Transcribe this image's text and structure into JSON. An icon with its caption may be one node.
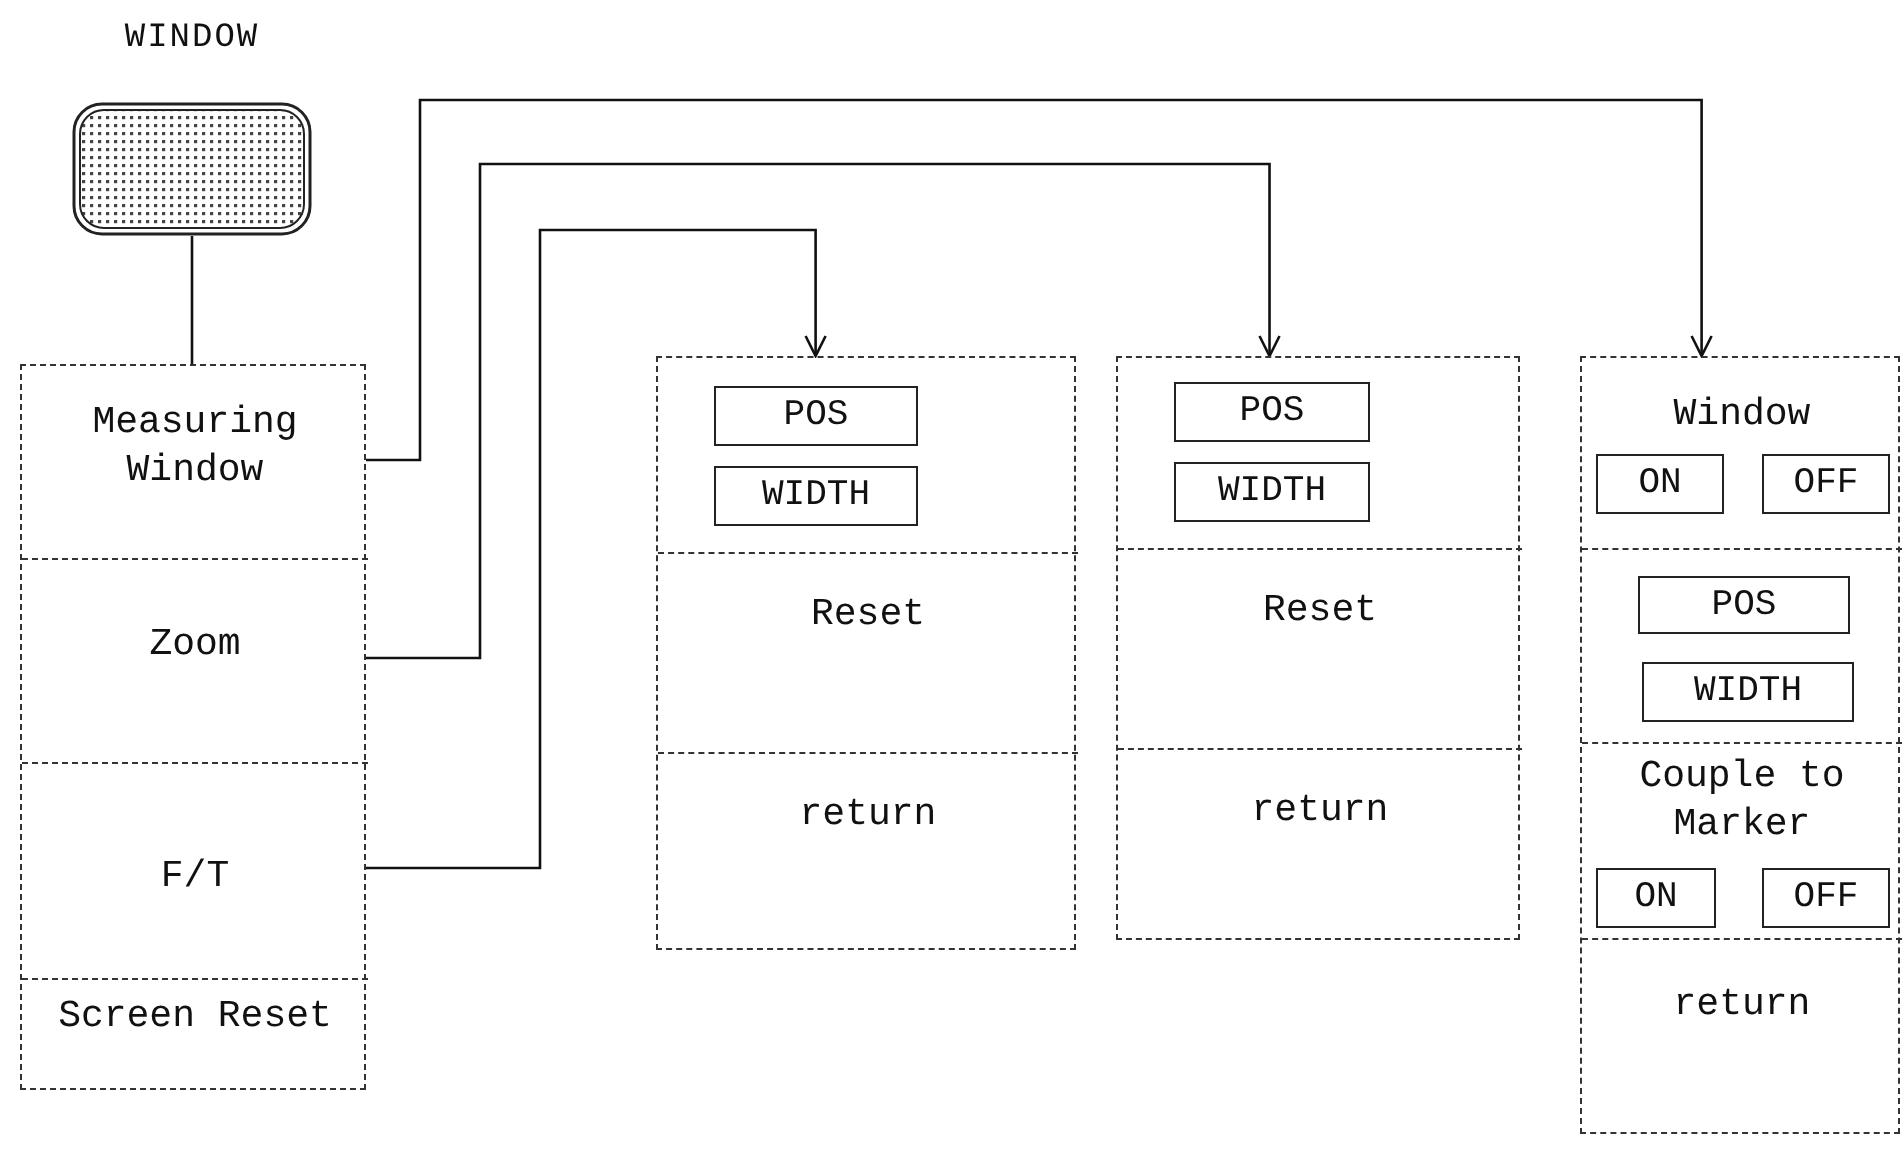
{
  "diagram": {
    "nodes": [
      {
        "text": [
          "WINDOW"
        ]
      },
      {
        "text": [],
        "shape": "box"
      },
      {
        "text": [
          "Measuring Window"
        ],
        "in": 1
      },
      {
        "text": [
          "Zoom"
        ],
        "in": 1
      },
      {
        "text": [
          "F/T"
        ],
        "in": 1
      },
      {
        "text": [
          "Screen Reset"
        ],
        "in": 1
      },
      {
        "text": [],
        "shape": "box"
      },
      {
        "text": [],
        "shape": "box",
        "in": 6
      },
      {
        "text": [
          "POS"
        ],
        "in": 7
      },
      {
        "text": [
          "WIDTH"
        ],
        "in": 7
      },
      {
        "text": [
          "Reset"
        ],
        "in": 6
      },
      {
        "text": [
          "return"
        ],
        "in": 6
      },
      {
        "text": [],
        "shape": "box"
      },
      {
        "text": [],
        "shape": "box",
        "in": 12
      },
      {
        "text": [
          "POS"
        ],
        "in": 13
      },
      {
        "text": [
          "WIDTH"
        ],
        "in": 13
      },
      {
        "text": [
          "Reset"
        ],
        "in": 12
      },
      {
        "text": [
          "return"
        ],
        "in": 12
      },
      {
        "text": [],
        "shape": "box"
      },
      {
        "text": [
          "Window"
        ],
        "in": 18
      },
      {
        "text": [
          "ON"
        ],
        "in": 19
      },
      {
        "text": [
          "OFF"
        ],
        "in": 19
      },
      {
        "text": [],
        "shape": "box",
        "in": 18
      },
      {
        "text": [
          "POS"
        ],
        "in": 22
      },
      {
        "text": [
          "WIDTH"
        ],
        "in": 22
      },
      {
        "text": [
          "Couple to Marker"
        ],
        "in": 18
      },
      {
        "text": [
          "ON"
        ],
        "in": 25
      },
      {
        "text": [
          "OFF"
        ],
        "in": 25
      },
      {
        "text": [
          "return"
        ],
        "in": 18
      }
    ],
    "edges": [
      {
        "from": 0,
        "to": 1,
        "arrow": "none"
      },
      {
        "from": 2,
        "to": 18,
        "arrow": "to"
      },
      {
        "from": 3,
        "to": 12,
        "arrow": "to"
      },
      {
        "from": 4,
        "to": 6,
        "arrow": "to"
      }
    ]
  }
}
